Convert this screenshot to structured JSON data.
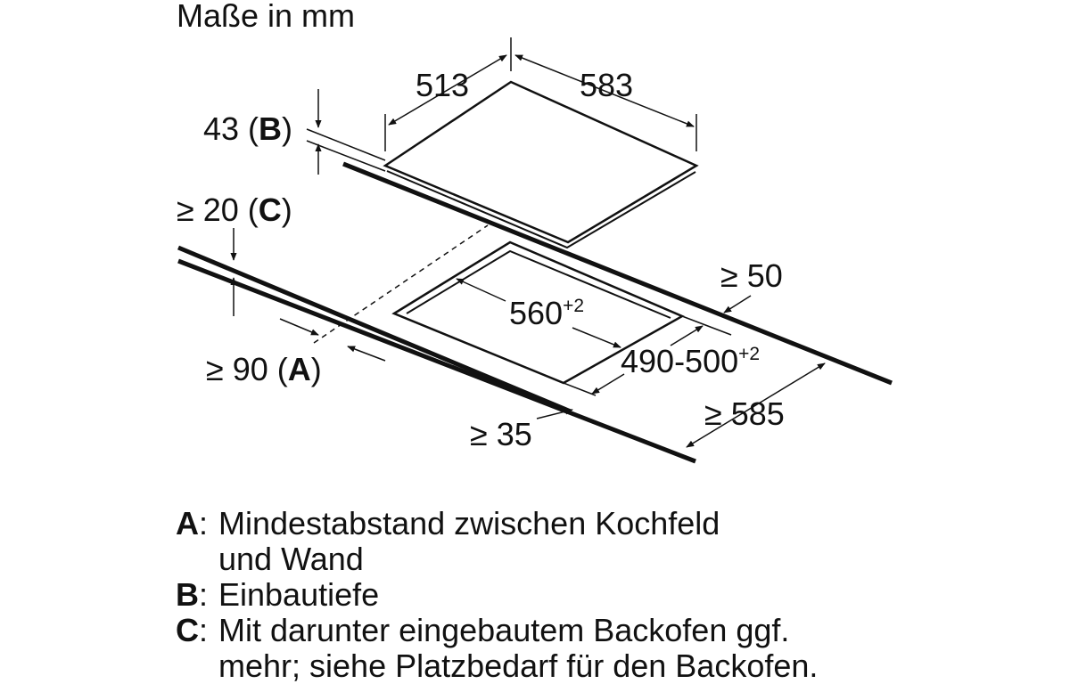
{
  "title": "Maße in mm",
  "dimensions": {
    "hob_width": "513",
    "hob_depth": "583",
    "depth_b_value": "43 (",
    "depth_b_key": "B",
    "depth_b_close": ")",
    "gap_c_value": "≥ 20 (",
    "gap_c_key": "C",
    "gap_c_close": ")",
    "cutout_width": "560",
    "cutout_width_tol": "+2",
    "cutout_depth": "490-500",
    "cutout_depth_tol": "+2",
    "rear_gap": "≥ 50",
    "wall_gap_value": "≥ 90 (",
    "wall_gap_key": "A",
    "wall_gap_close": ")",
    "front_gap": "≥ 35",
    "worktop_depth": "≥ 585"
  },
  "legend": [
    {
      "key": "A",
      "sep": ":",
      "lines": [
        "Mindestabstand zwischen Kochfeld",
        "und Wand"
      ]
    },
    {
      "key": "B",
      "sep": ":",
      "lines": [
        "Einbautiefe"
      ]
    },
    {
      "key": "C",
      "sep": ":",
      "lines": [
        "Mit darunter eingebautem Backofen ggf.",
        "mehr; siehe Platzbedarf für den Backofen."
      ]
    }
  ]
}
